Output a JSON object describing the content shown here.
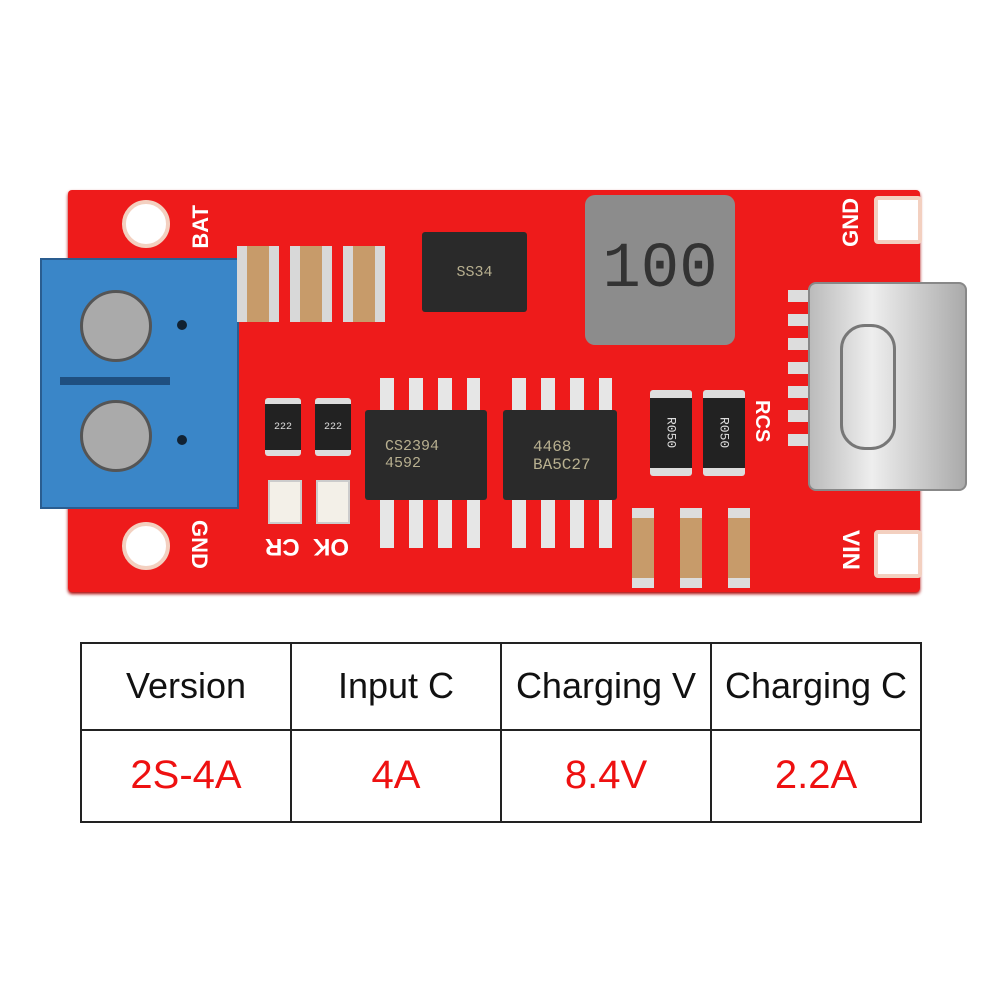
{
  "pcb": {
    "labels": {
      "bat": "BAT",
      "gnd_left": "GND",
      "cr": "CR",
      "ok": "OK",
      "gnd_right": "GND",
      "rcs": "RCS",
      "vin": "VIN",
      "inductor": "100",
      "diode": "SS34",
      "res1": "222",
      "res2": "222",
      "rsense1": "R050",
      "rsense2": "R050",
      "ic1_line1": "CS2394",
      "ic1_line2": "4592",
      "ic2_line1": "4468",
      "ic2_line2": "BA5C27"
    }
  },
  "table": {
    "headers": [
      "Version",
      "Input C",
      "Charging V",
      "Charging C"
    ],
    "values": [
      "2S-4A",
      "4A",
      "8.4V",
      "2.2A"
    ]
  },
  "colors": {
    "pcb": "#ee1b1b",
    "terminal": "#3a86c8",
    "value_text": "#e11111"
  }
}
